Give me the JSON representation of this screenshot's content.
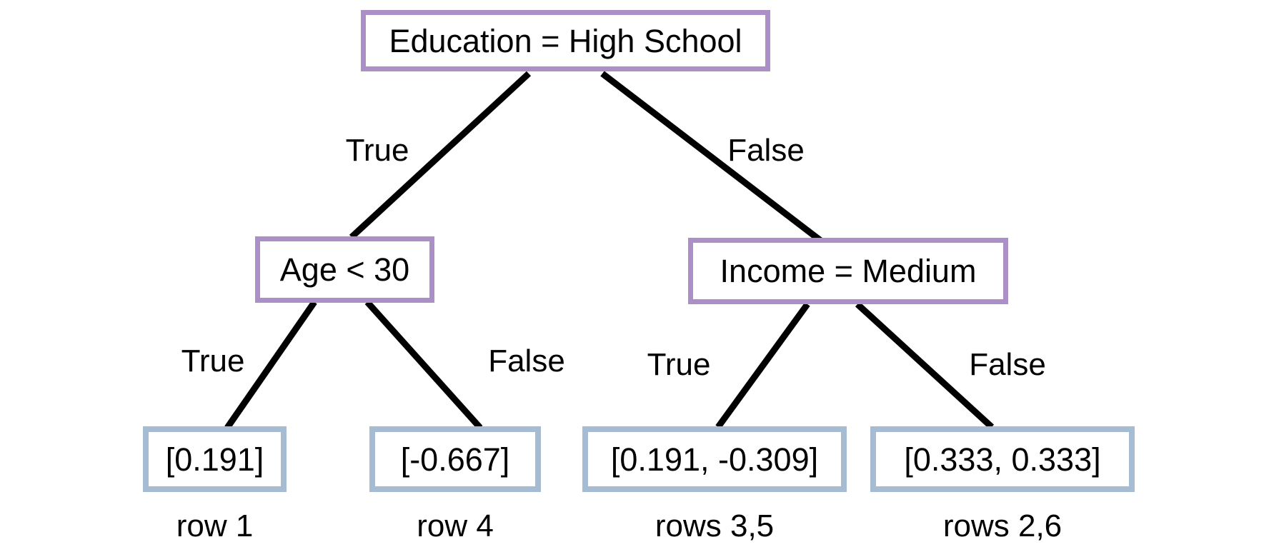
{
  "diagram_type": "decision-tree",
  "colors": {
    "decision_node_border": "#ab90c8",
    "leaf_node_border": "#a6bcd3",
    "edge_line": "#000000",
    "text": "#000000",
    "background": "#ffffff"
  },
  "nodes": {
    "root": {
      "label": "Education = High School"
    },
    "age": {
      "label": "Age < 30"
    },
    "income": {
      "label": "Income = Medium"
    }
  },
  "leaves": {
    "leaf1": {
      "value": "[0.191]",
      "rows": "row 1"
    },
    "leaf2": {
      "value": "[-0.667]",
      "rows": "row 4"
    },
    "leaf3": {
      "value": "[0.191, -0.309]",
      "rows": "rows 3,5"
    },
    "leaf4": {
      "value": "[0.333, 0.333]",
      "rows": "rows 2,6"
    }
  },
  "edge_labels": {
    "root_true": "True",
    "root_false": "False",
    "age_true": "True",
    "age_false": "False",
    "income_true": "True",
    "income_false": "False"
  },
  "hierarchy": {
    "root": "Education = High School",
    "true_branch": {
      "node": "Age < 30",
      "true_branch": {
        "leaf": "[0.191]",
        "rows": "row 1"
      },
      "false_branch": {
        "leaf": "[-0.667]",
        "rows": "row 4"
      }
    },
    "false_branch": {
      "node": "Income = Medium",
      "true_branch": {
        "leaf": "[0.191, -0.309]",
        "rows": "rows 3,5"
      },
      "false_branch": {
        "leaf": "[0.333, 0.333]",
        "rows": "rows 2,6"
      }
    }
  }
}
